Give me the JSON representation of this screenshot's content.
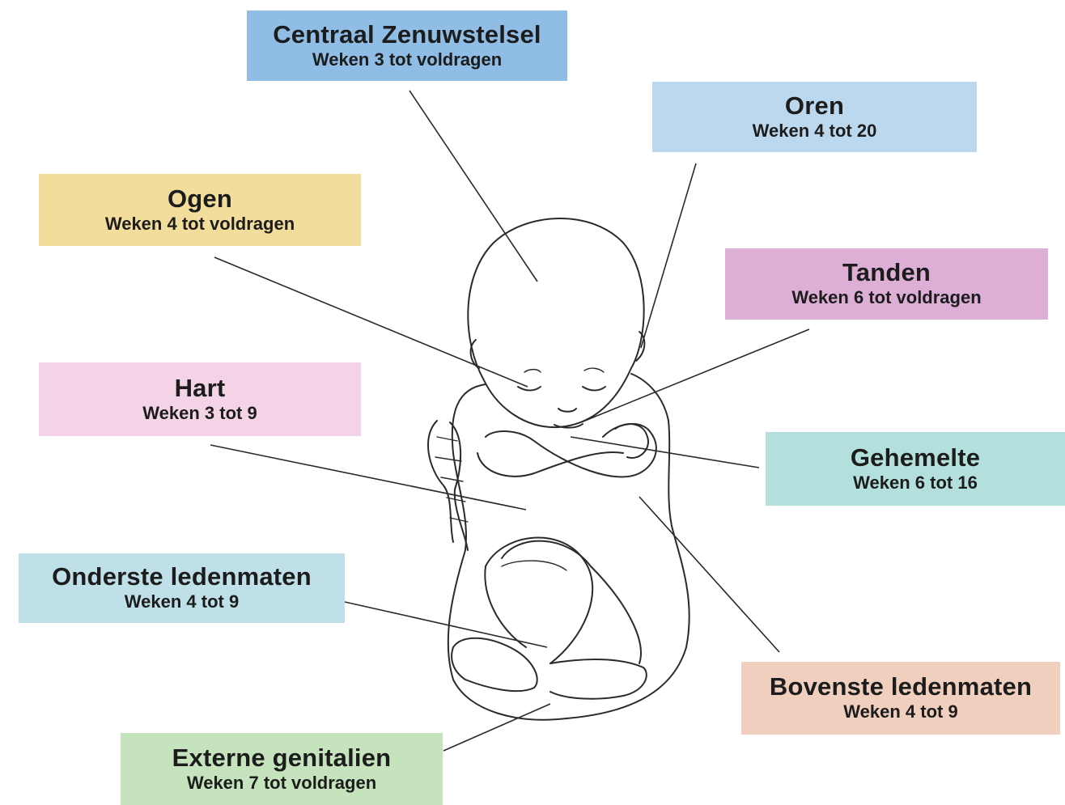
{
  "labels": {
    "czs": {
      "title": "Centraal Zenuwstelsel",
      "sub": "Weken 3 tot voldragen",
      "color": "#8fbde6"
    },
    "oren": {
      "title": "Oren",
      "sub": "Weken 4 tot 20",
      "color": "#bcd8ee"
    },
    "ogen": {
      "title": "Ogen",
      "sub": "Weken 4 tot voldragen",
      "color": "#f2dd9c"
    },
    "tanden": {
      "title": "Tanden",
      "sub": "Weken 6 tot voldragen",
      "color": "#ddaed6"
    },
    "hart": {
      "title": "Hart",
      "sub": "Weken 3 tot 9",
      "color": "#f4d3e6"
    },
    "gehemelte": {
      "title": "Gehemelte",
      "sub": "Weken 6 tot 16",
      "color": "#b3e0dc"
    },
    "onderste": {
      "title": "Onderste ledenmaten",
      "sub": "Weken 4 tot 9",
      "color": "#bfe0e8"
    },
    "bovenste": {
      "title": "Bovenste ledenmaten",
      "sub": "Weken 4 tot 9",
      "color": "#f1cfbe"
    },
    "externe": {
      "title": "Externe genitalien",
      "sub": "Weken 7 tot voldragen",
      "color": "#c5e4bd"
    }
  }
}
